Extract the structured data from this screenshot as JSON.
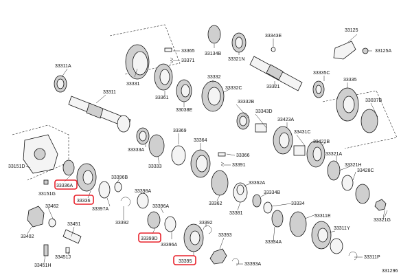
{
  "labels": {
    "p33311A": "33311A",
    "p33331": "33331",
    "p33311": "33311",
    "p33365": "33365",
    "p33371": "33371",
    "p33134B": "33134B",
    "p33321N": "33321N",
    "p33343E": "33343E",
    "p33125": "33125",
    "p33125A": "33125A",
    "p33332": "33332",
    "p33321": "33321",
    "p33335C": "33335C",
    "p33361": "33361",
    "p33038E": "33038E",
    "p33332C": "33332C",
    "p33332B": "33332B",
    "p33343D": "33343D",
    "p33423A": "33423A",
    "p33335": "33335",
    "p33037B": "33037B",
    "p33369": "33369",
    "p33364": "33364",
    "p33366": "33366",
    "p33431C": "33431C",
    "p33422B": "33422B",
    "p33333A": "33333A",
    "p33333": "33333",
    "p33391": "33391",
    "p33321A": "33321A",
    "p33321H": "33321H",
    "p33151D": "33151D",
    "p33336A": "33336A",
    "p33396B": "33396B",
    "p33362A": "33362A",
    "p33428C": "33428C",
    "p33151G": "33151G",
    "p33336": "33336",
    "p33398A": "33398A",
    "p33396A_top": "33396A",
    "p33362": "33362",
    "p33381": "33381",
    "p33334B": "33334B",
    "p33334": "33334",
    "p33462": "33462",
    "p33397A": "33397A",
    "p33392_left": "33392",
    "p33392_mid": "33392",
    "p33311E": "33311E",
    "p33321G": "33321G",
    "p33402": "33402",
    "p33451": "33451",
    "p33399D": "33399D",
    "p33396A": "33396A",
    "p33393": "33393",
    "p33334A": "33334A",
    "p33311Y": "33311Y",
    "p33451J": "33451J",
    "p33451H": "33451H",
    "p33395": "33395",
    "p33393A": "33393A",
    "p33311P": "33311P",
    "p331296": "331296"
  }
}
